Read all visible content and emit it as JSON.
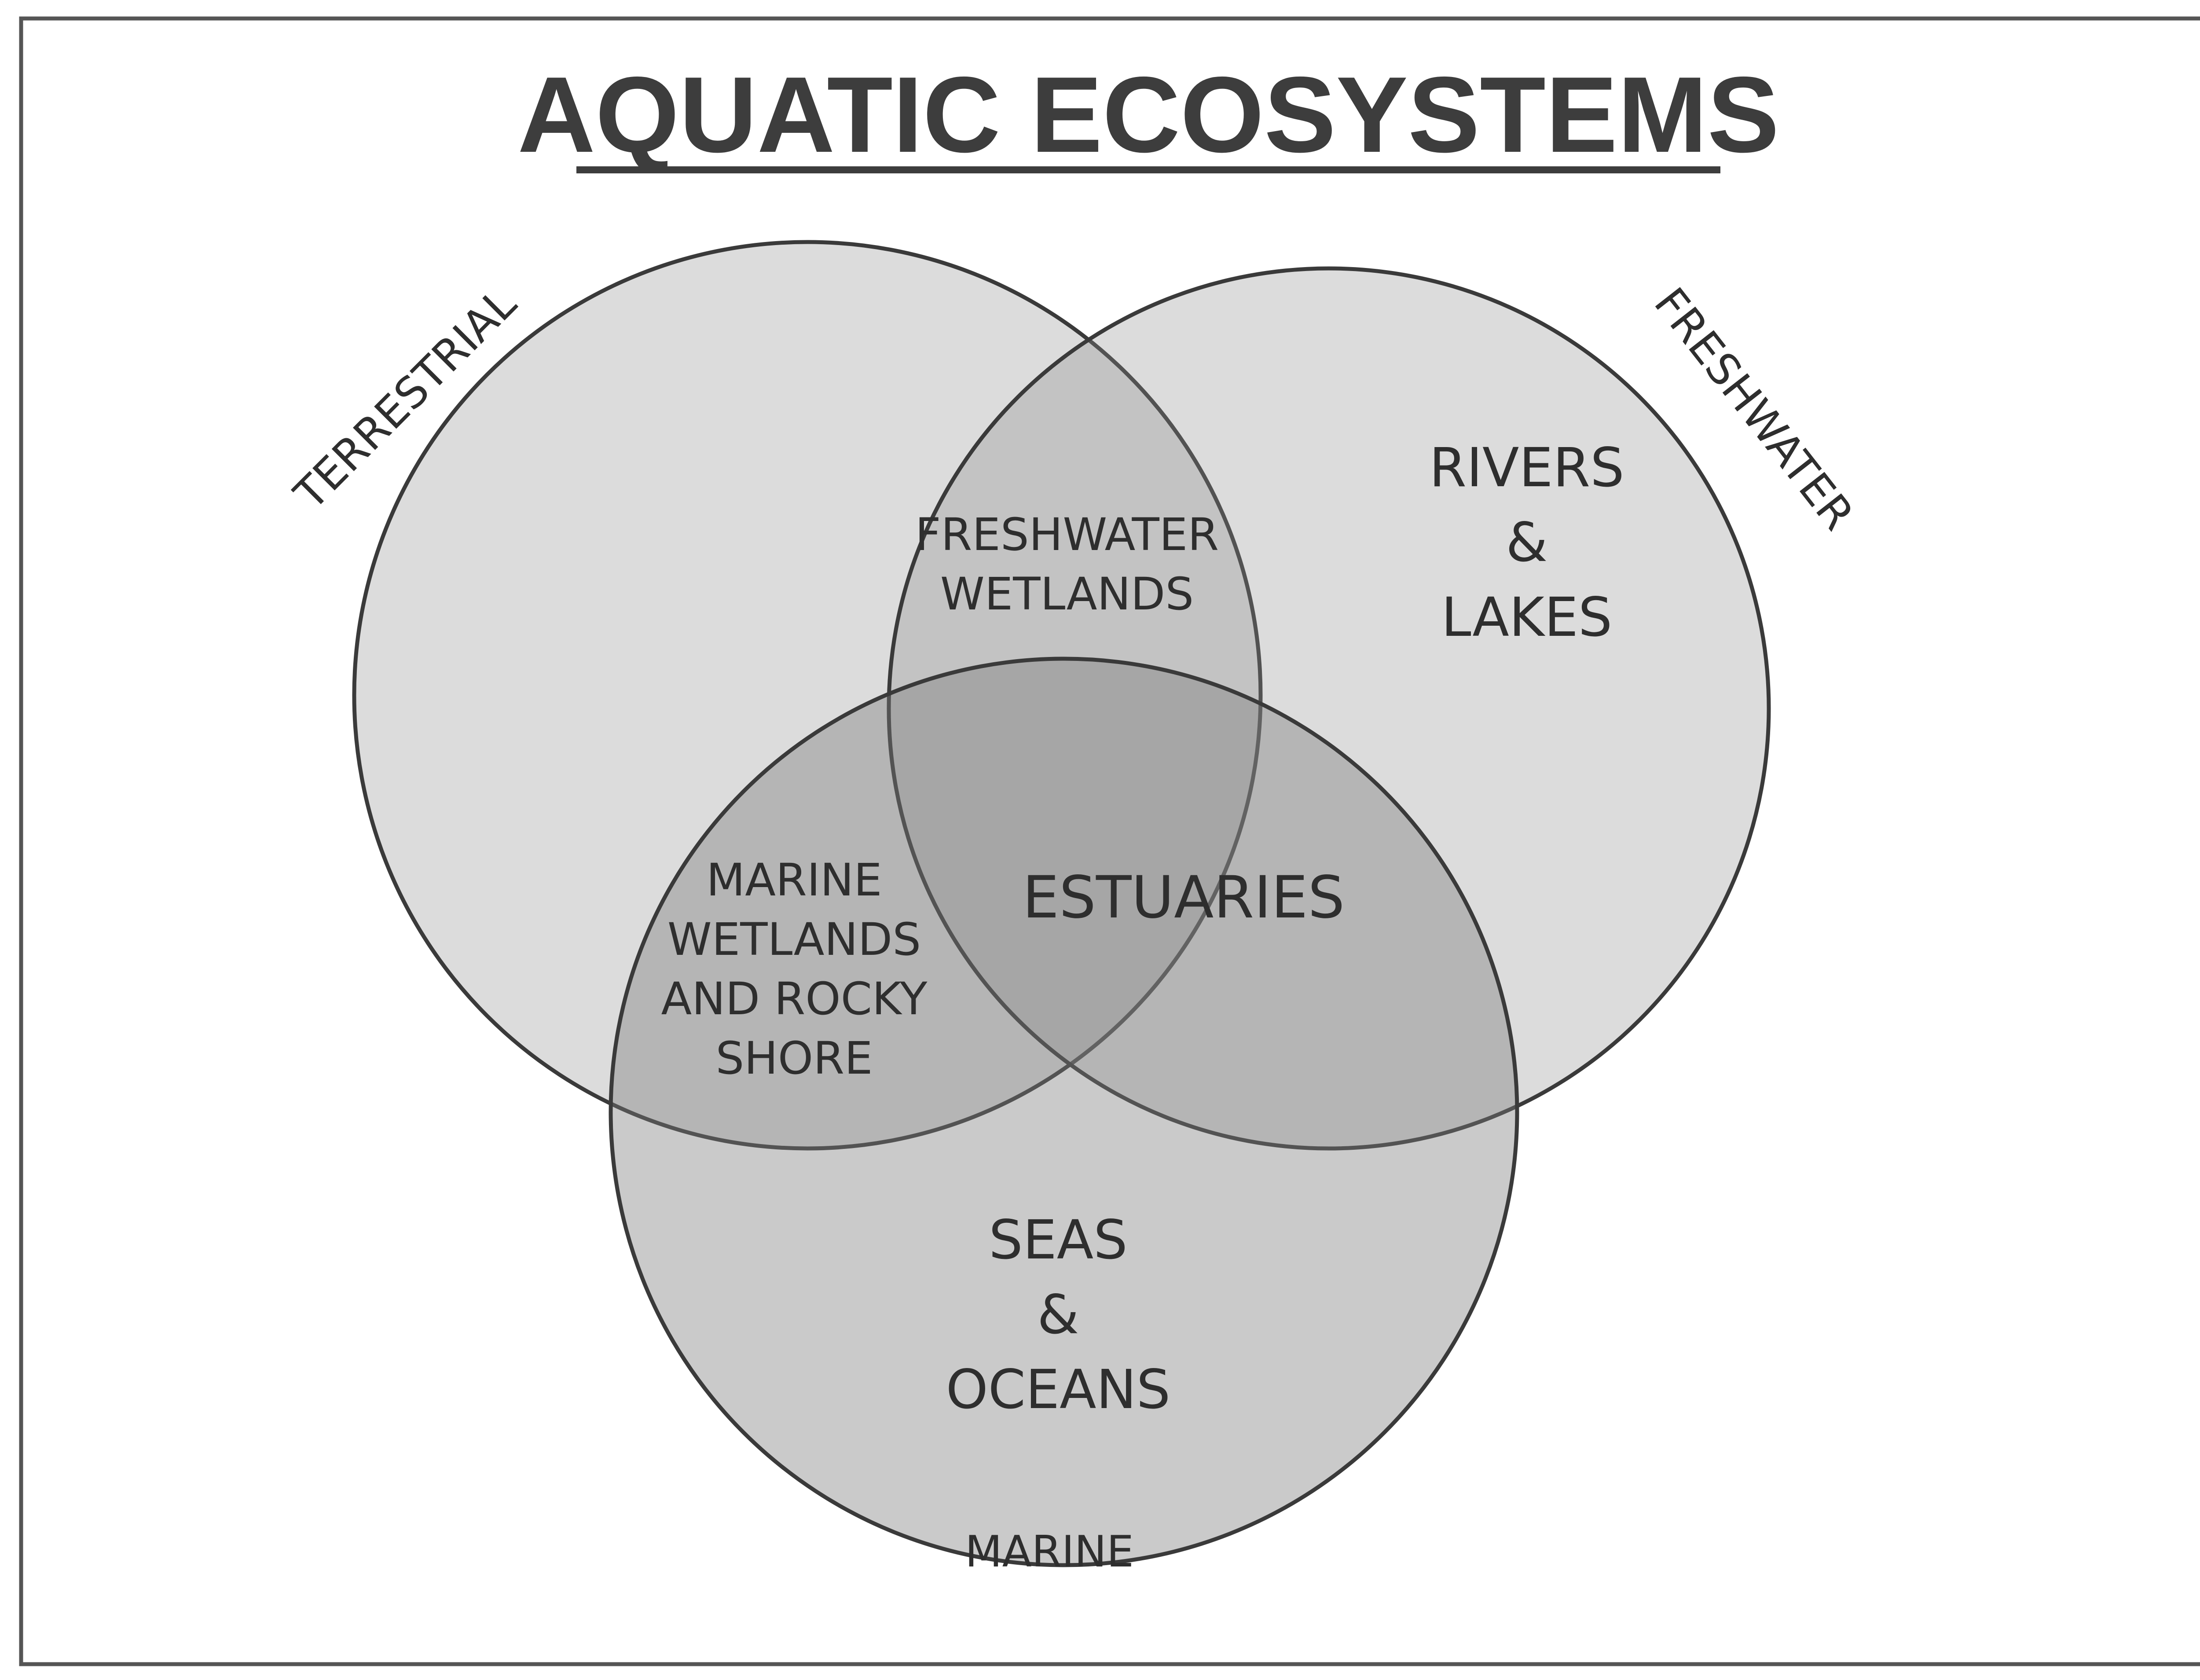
{
  "title": "AQUATIC ECOSYSTEMS",
  "sets": {
    "terrestrial": "TERRESTRIAL",
    "freshwater": "FRESHWATER",
    "marine": "MARINE"
  },
  "regions": {
    "freshwater_only": [
      "RIVERS",
      "&",
      "LAKES"
    ],
    "marine_only": [
      "SEAS",
      "&",
      "OCEANS"
    ],
    "terrestrial_freshwater": [
      "FRESHWATER",
      "WETLANDS"
    ],
    "terrestrial_marine": [
      "MARINE",
      "WETLANDS",
      "AND ROCKY",
      "SHORE"
    ],
    "all_three": "ESTUARIES"
  },
  "colors": {
    "frame": "#555555",
    "circle_stroke": "#3a3a3a",
    "circle_fill": "#8a8a8a"
  }
}
